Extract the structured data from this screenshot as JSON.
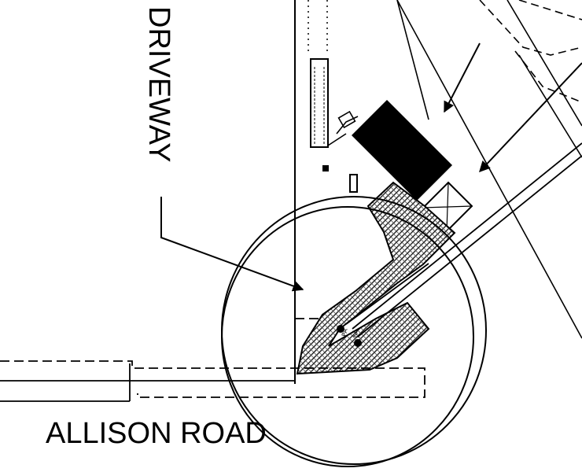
{
  "labels": {
    "driveway": "DRIVEWAY",
    "road": "ALLISON ROAD",
    "marker_pa": "PA",
    "marker_pv": "PV"
  },
  "colors": {
    "ink": "#000000",
    "paper": "#ffffff",
    "hatch": "#8a8a8a"
  },
  "icons": {
    "driveway-hatch": "crosshatch-fill",
    "leader-arrow": "filled-arrowhead"
  }
}
